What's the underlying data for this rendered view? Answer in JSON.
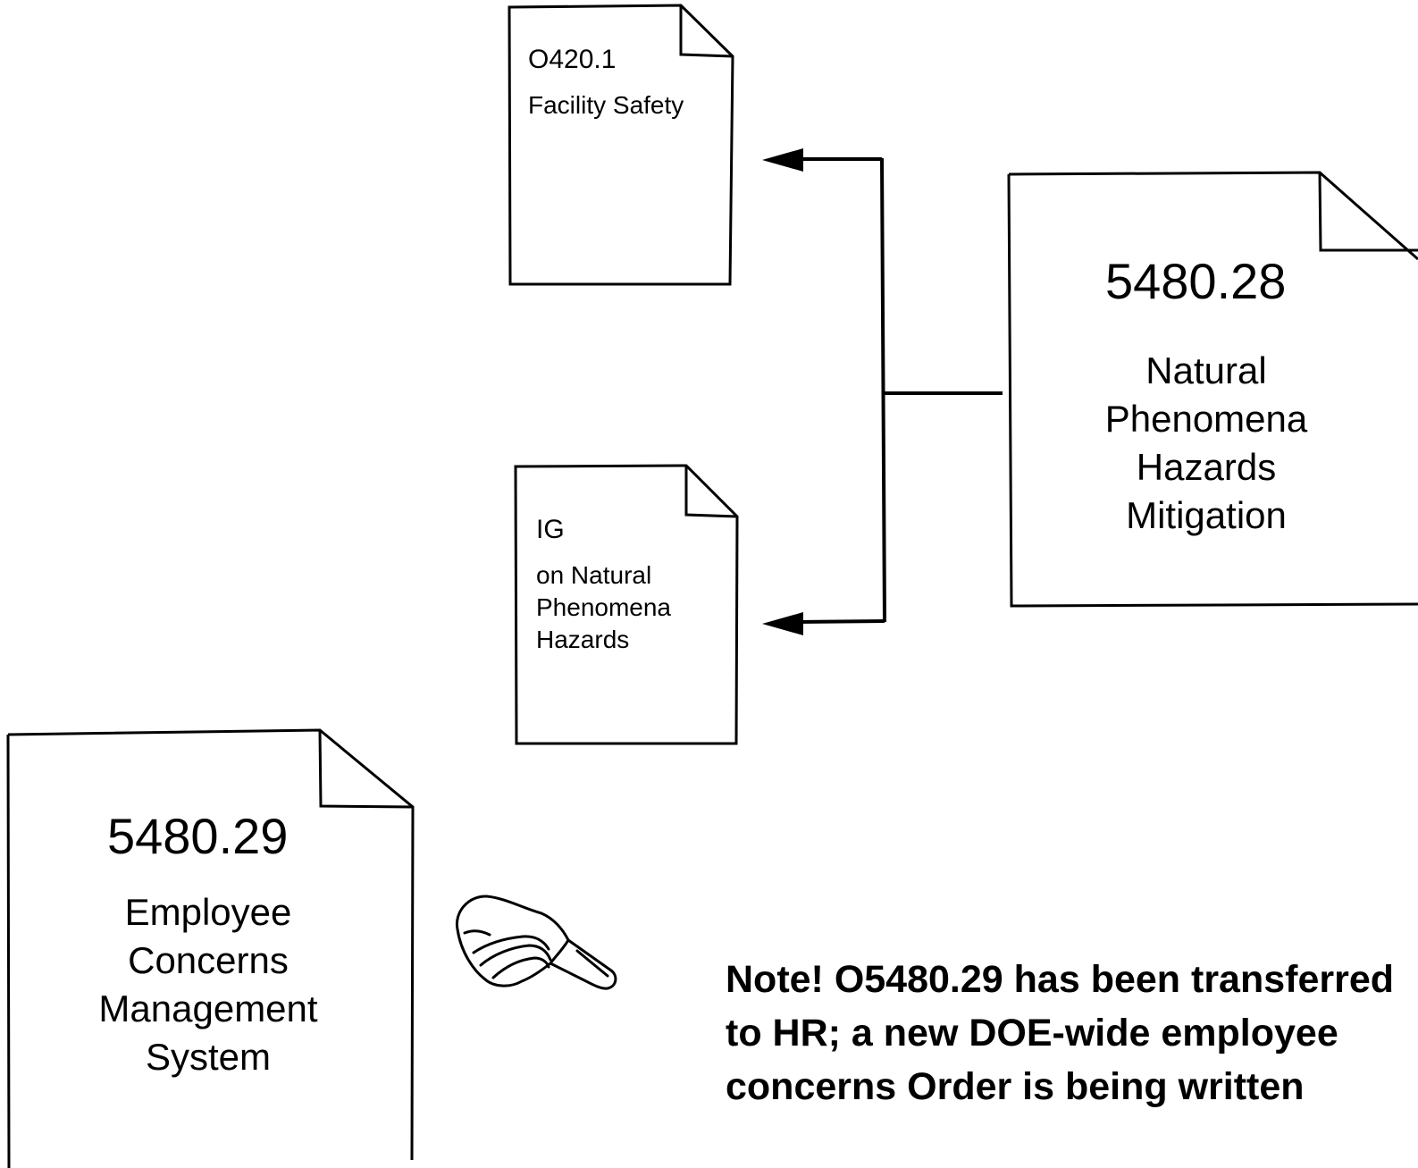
{
  "documents": {
    "o420": {
      "number": "O420.1",
      "title": "Facility Safety"
    },
    "ig": {
      "number": "IG",
      "title_lines": [
        "on Natural",
        "Phenomena",
        "Hazards"
      ]
    },
    "d5480_28": {
      "number": "5480.28",
      "title_lines": [
        "Natural",
        "Phenomena",
        "Hazards",
        "Mitigation"
      ]
    },
    "d5480_29": {
      "number": "5480.29",
      "title_lines": [
        "Employee",
        "Concerns",
        "Management",
        "System"
      ]
    }
  },
  "pointer": {
    "icon": "pointing-hand-icon"
  },
  "note": {
    "lines": [
      "Note!  O5480.29 has been transferred",
      "to HR; a new DOE-wide employee",
      "concerns Order is being written"
    ]
  }
}
